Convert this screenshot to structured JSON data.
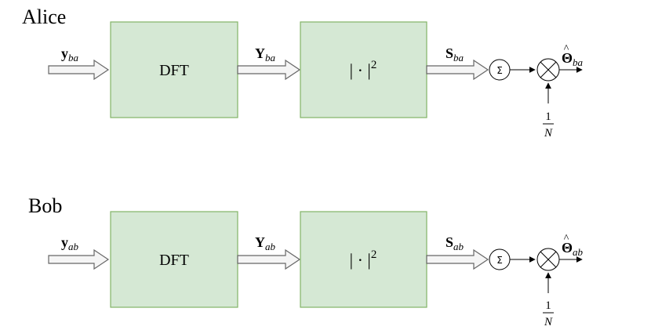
{
  "alice": {
    "title": "Alice",
    "input": {
      "base": "y",
      "sub": "ba"
    },
    "block1": "DFT",
    "mid": {
      "base": "Y",
      "sub": "ba"
    },
    "block2": {
      "base": "| · |",
      "sup": "2"
    },
    "spectrum": {
      "base": "S",
      "sub": "ba"
    },
    "sum_symbol": "Σ",
    "output": {
      "hat": "^",
      "base": "Θ",
      "sub": "ba"
    },
    "scale": {
      "num": "1",
      "den": "N"
    }
  },
  "bob": {
    "title": "Bob",
    "input": {
      "base": "y",
      "sub": "ab"
    },
    "block1": "DFT",
    "mid": {
      "base": "Y",
      "sub": "ab"
    },
    "block2": {
      "base": "| · |",
      "sup": "2"
    },
    "spectrum": {
      "base": "S",
      "sub": "ab"
    },
    "sum_symbol": "Σ",
    "output": {
      "hat": "^",
      "base": "Θ",
      "sub": "ab"
    },
    "scale": {
      "num": "1",
      "den": "N"
    }
  },
  "colors": {
    "block_fill": "#d5e8d4",
    "block_stroke": "#82b366",
    "arrow_fill": "#f5f5f5",
    "arrow_stroke": "#666666",
    "line": "#000000"
  }
}
